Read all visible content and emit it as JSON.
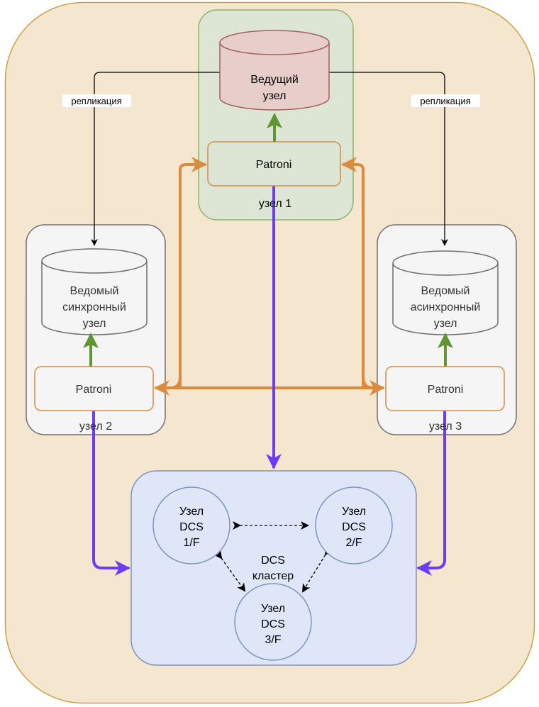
{
  "colors": {
    "outer_fill": "#f5e7cf",
    "outer_stroke": "#c9a045",
    "node1_fill": "#dde6d4",
    "node1_stroke": "#8bb36a",
    "leader_db_fill": "#e8cecb",
    "leader_db_stroke": "#a5605e",
    "replica_box_fill": "#f5f5f5",
    "replica_box_stroke": "#6f6f6f",
    "patroni_stroke": "#d9893b",
    "dcs_fill": "#dfe6f8",
    "dcs_stroke": "#7d94bb",
    "green_arrow": "#5f9532",
    "orange_arrow": "#db8b3e",
    "purple_arrow": "#6a3cf5",
    "replication_line": "#000000"
  },
  "leader_node": {
    "db_label": [
      "Ведущий",
      "узел"
    ],
    "patroni_label": "Patroni",
    "container_label": "узел 1"
  },
  "sync_replica_node": {
    "db_label": [
      "Ведомый",
      "синхронный",
      "узел"
    ],
    "patroni_label": "Patroni",
    "container_label": "узел 2"
  },
  "async_replica_node": {
    "db_label": [
      "Ведомый",
      "асинхронный",
      "узел"
    ],
    "patroni_label": "Patroni",
    "container_label": "узел 3"
  },
  "replication_labels": {
    "left": "репликация",
    "right": "репликация"
  },
  "dcs_cluster": {
    "label": [
      "DCS",
      "кластер"
    ],
    "nodes": [
      {
        "label": [
          "Узел",
          "DCS",
          "1/F"
        ]
      },
      {
        "label": [
          "Узел",
          "DCS",
          "2/F"
        ]
      },
      {
        "label": [
          "Узел",
          "DCS",
          "3/F"
        ]
      }
    ]
  }
}
